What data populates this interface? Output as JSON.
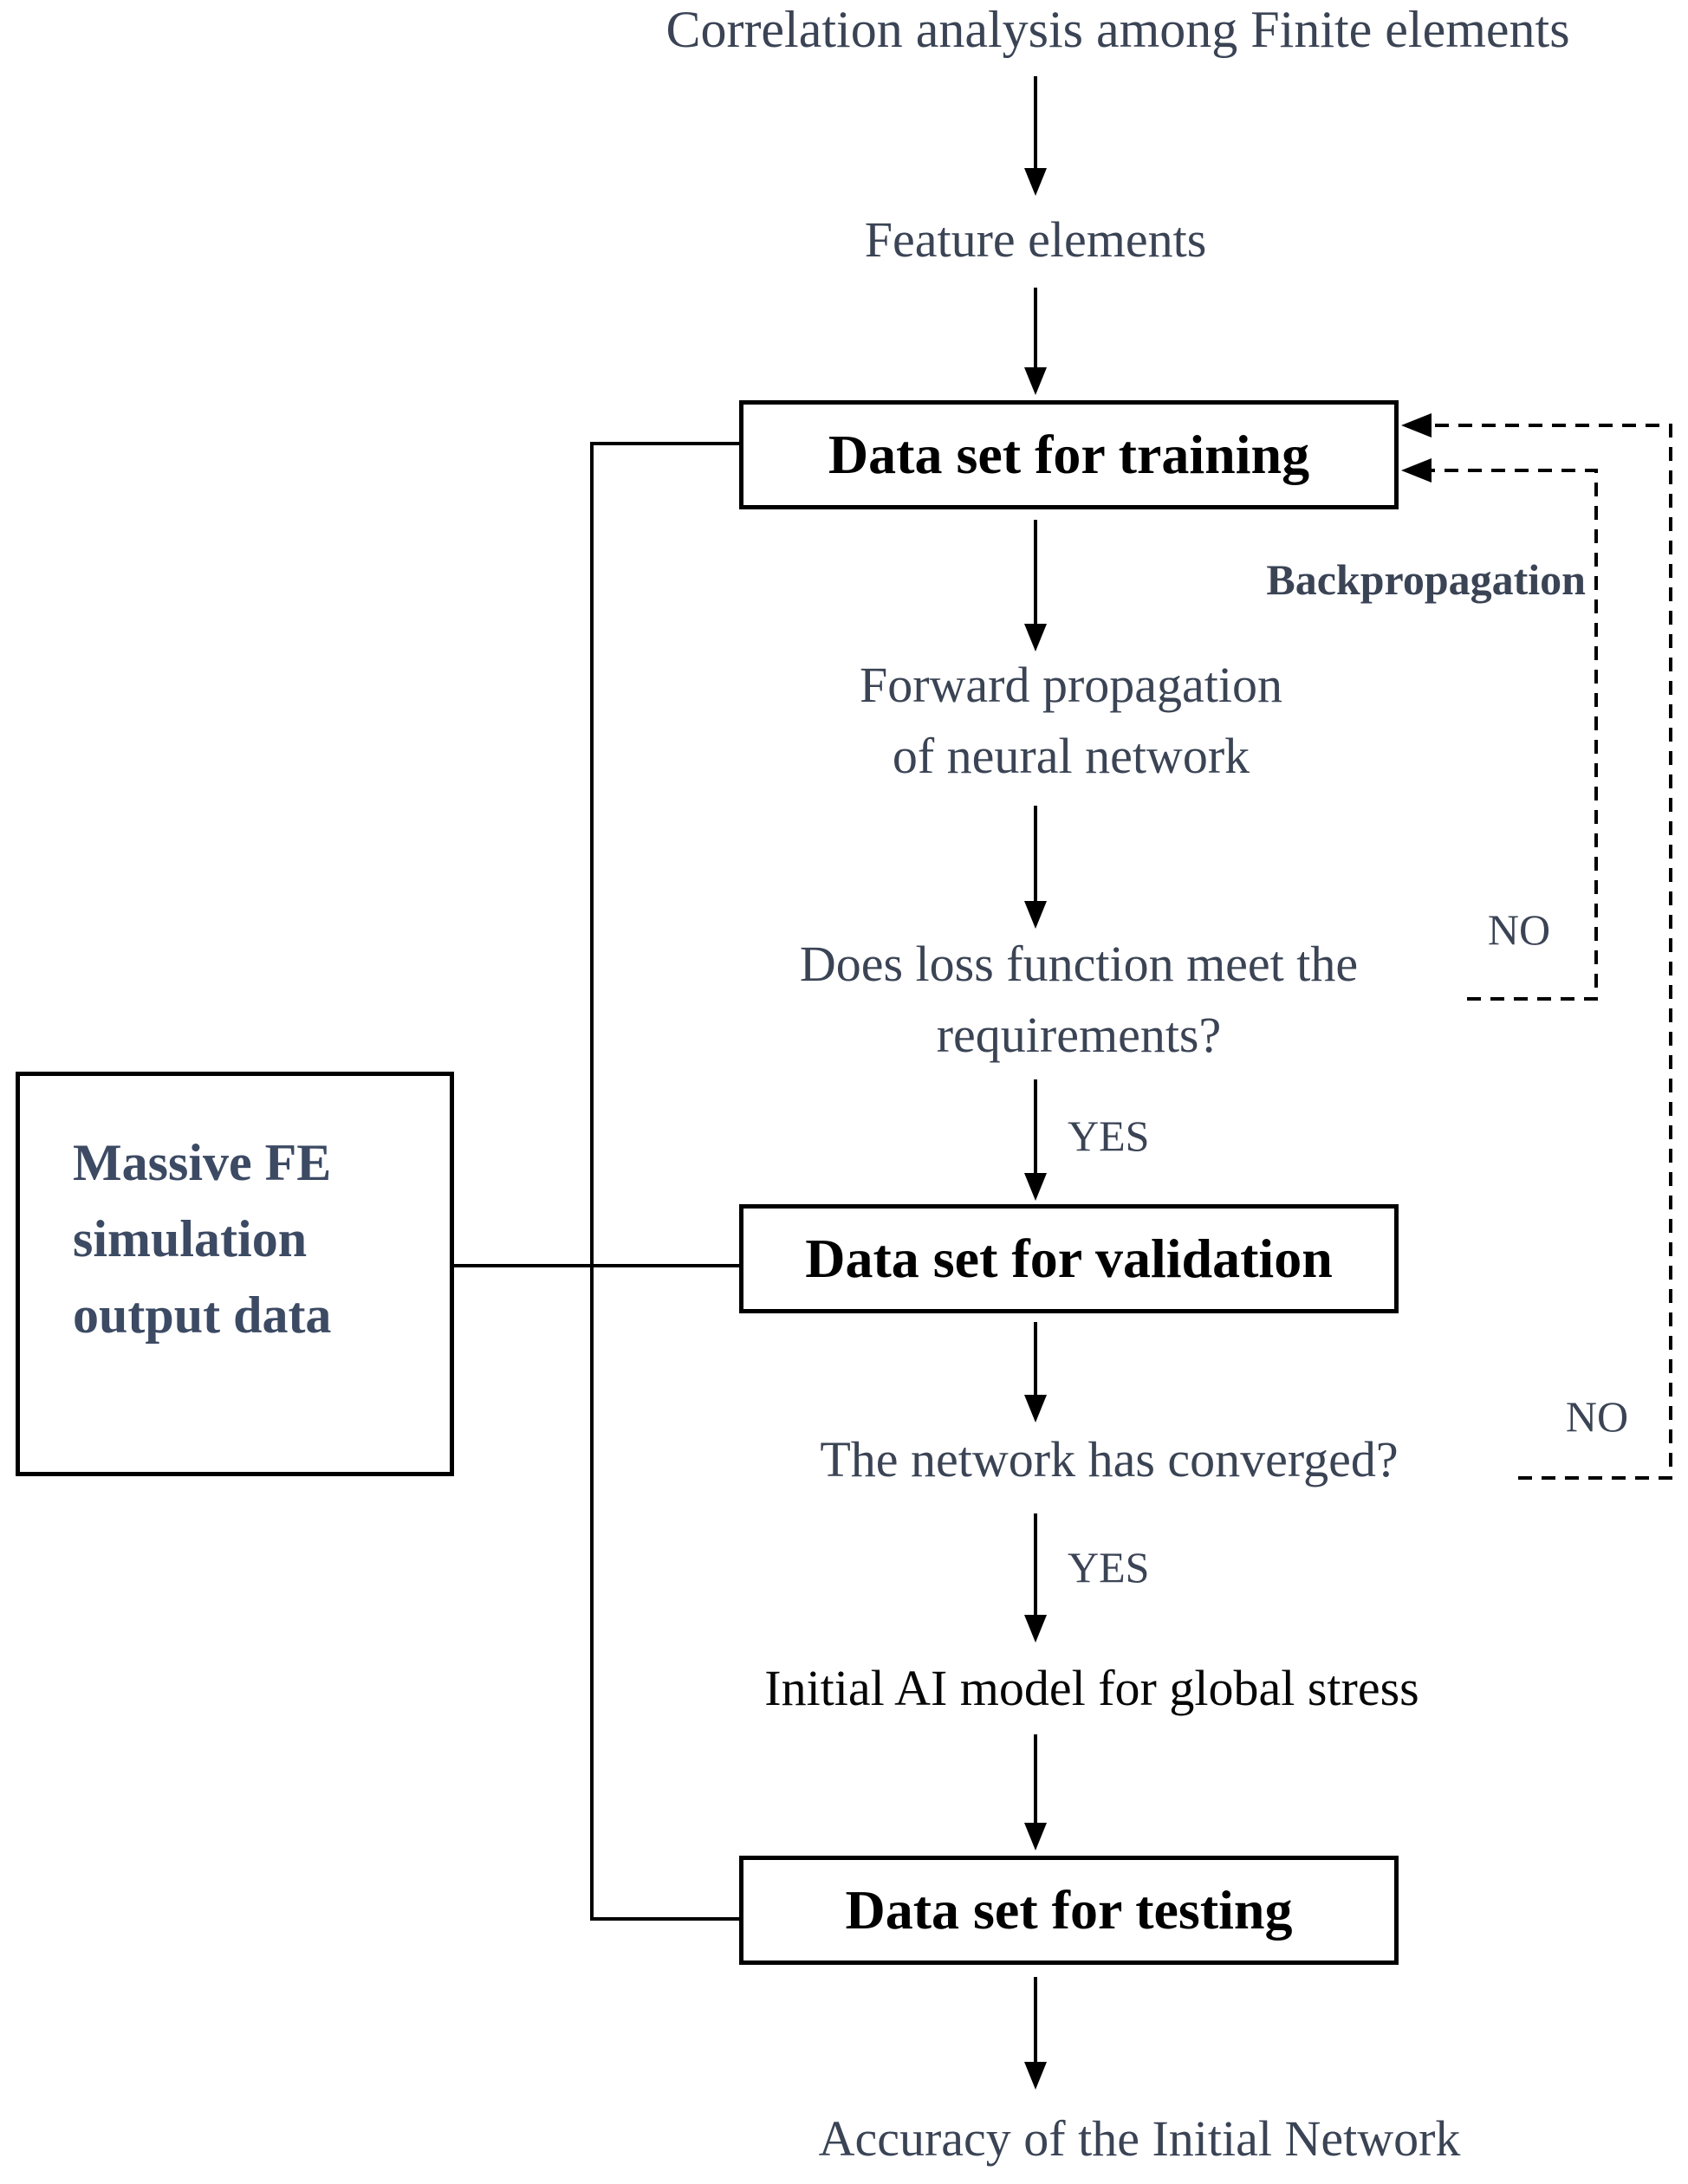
{
  "diagram": {
    "title": "Correlation analysis among Finite elements",
    "nodes": {
      "feature": "Feature elements",
      "training": "Data set for training",
      "forward1": "Forward propagation",
      "forward2": "of neural network",
      "loss1": "Does loss function meet the",
      "loss2": "requirements?",
      "validation": "Data set for validation",
      "converged": "The network has converged?",
      "initial_model": "Initial AI model for global stress",
      "testing": "Data set for testing",
      "accuracy": "Accuracy of the Initial Network",
      "massive1": "Massive FE",
      "massive2": "simulation",
      "massive3": "output data"
    },
    "labels": {
      "backpropagation": "Backpropagation",
      "loss_no": "NO",
      "loss_yes": "YES",
      "converged_no": "NO",
      "converged_yes": "YES"
    },
    "colors": {
      "text": "#3b4455",
      "massive_text": "#3c4a63",
      "box_text": "#000000",
      "line": "#000000",
      "background": "#ffffff"
    }
  }
}
